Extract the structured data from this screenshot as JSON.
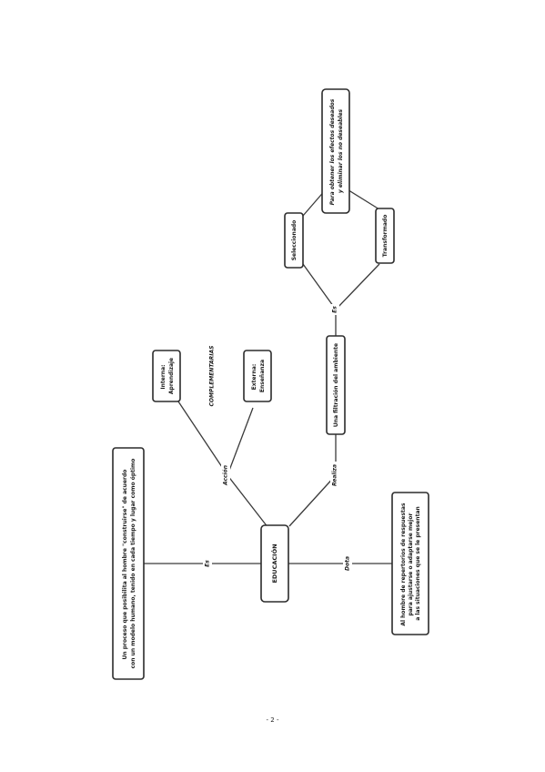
{
  "diagram": {
    "nodes": {
      "educacion": [
        "EDUCACIÓN"
      ],
      "proceso": [
        "Un proceso que posibilita al hombre \"construirse\" de acuerdo",
        "con un modelo humano, tenido en cada tiempo y lugar como óptimo"
      ],
      "interna": [
        "Interna:",
        "Aprendizaje"
      ],
      "externa": [
        "Externa:",
        "Enseñanza"
      ],
      "filtracion": [
        "Una filtración del ambiente"
      ],
      "seleccionado": [
        "Seleccionado"
      ],
      "transformado": [
        "Transformado"
      ],
      "efectos": [
        "Para obtener los efectos deseados",
        "y eliminar los no deseables"
      ],
      "dota": [
        "Al hombre de repertorios de respuestas",
        "para ajustarse o adaptarse mejor",
        "a las situaciones que se le presentan"
      ]
    },
    "labels": {
      "es_left": "Es",
      "accion": "Acción",
      "complementarias": "COMPLEMENTARIAS",
      "realiza": "Realiza",
      "es_right": "Es",
      "dota": "Dota"
    }
  },
  "page": {
    "number": "- 2 -"
  }
}
